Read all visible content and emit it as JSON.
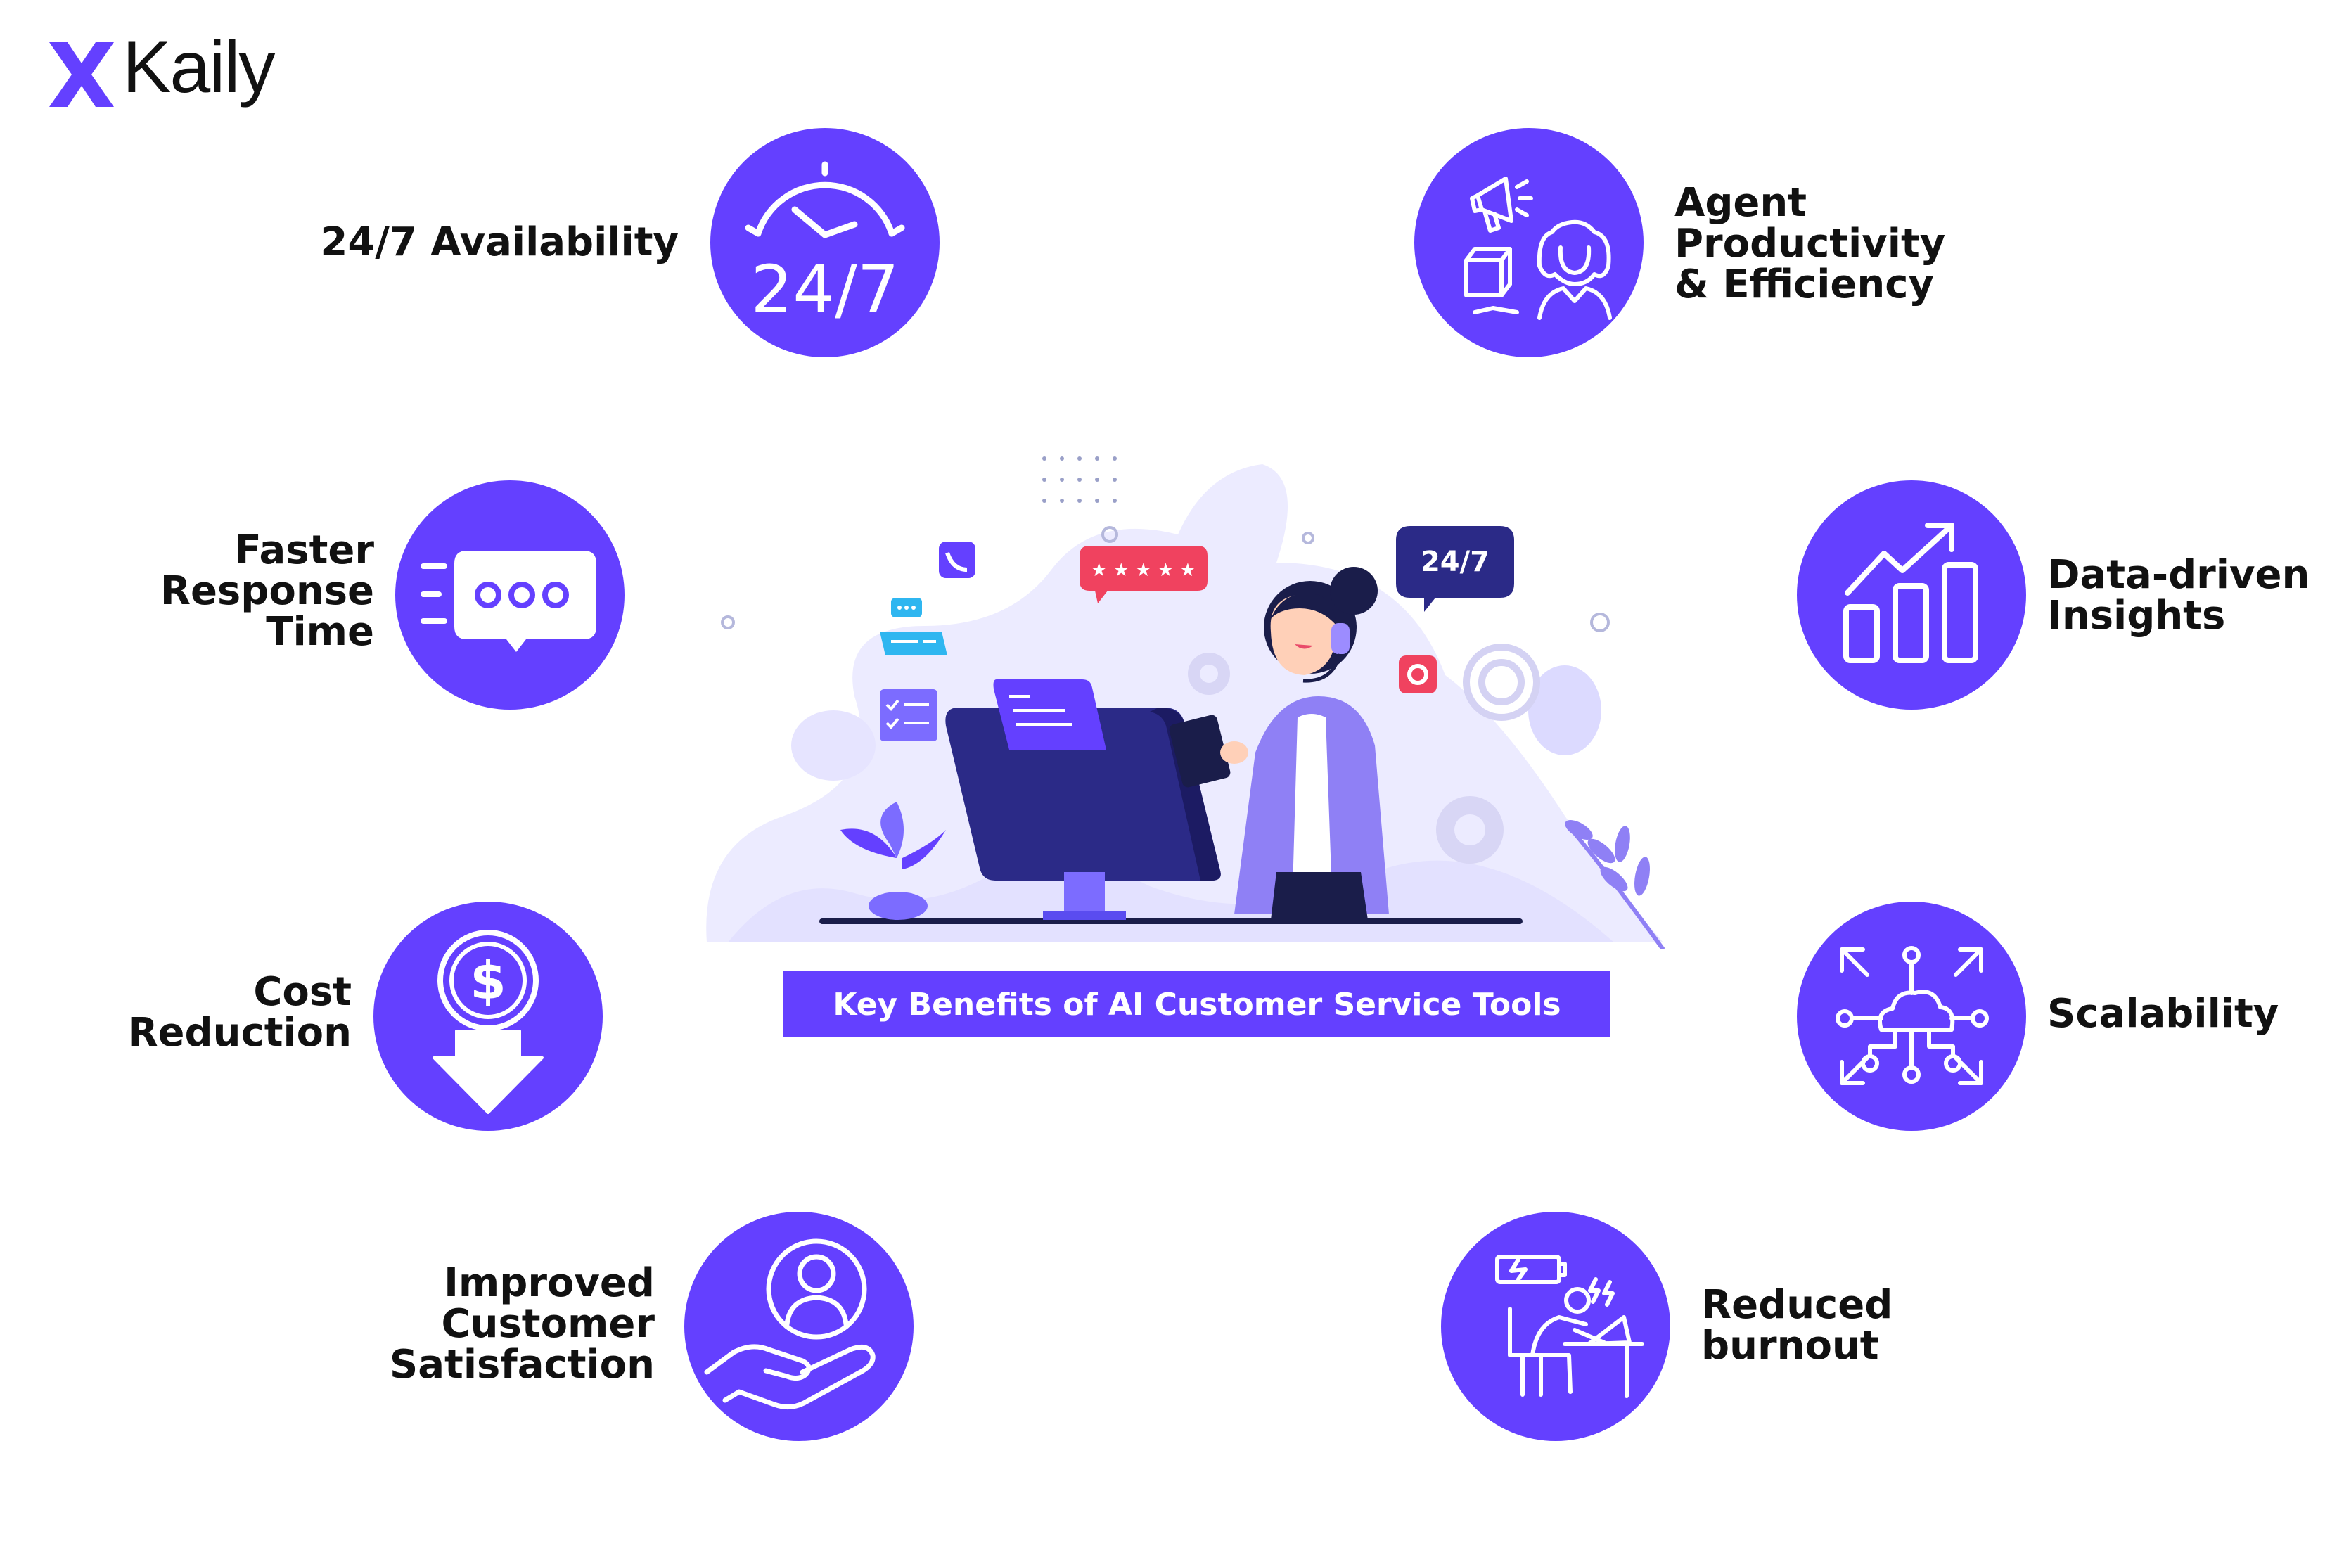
{
  "brand": {
    "name": "Kaily",
    "accent": "#6440ff",
    "text_color": "#111111"
  },
  "caption": "Key Benefits of AI Customer Service Tools",
  "illustration": {
    "bubble_247": "24/7",
    "description_icons": [
      "phone-icon",
      "chat-dots-icon",
      "rating-stars-icon",
      "gear-icon",
      "target-icon"
    ]
  },
  "benefits": {
    "availability": {
      "lines": [
        "24/7 Availability"
      ],
      "icon": "clock-247-icon",
      "icon_text": "24/7"
    },
    "response": {
      "lines": [
        "Faster",
        "Response",
        "Time"
      ],
      "icon": "chat-bubble-icon"
    },
    "cost": {
      "lines": [
        "Cost",
        "Reduction"
      ],
      "icon": "dollar-down-arrow-icon"
    },
    "satisfaction": {
      "lines": [
        "Improved",
        "Customer",
        "Satisfaction"
      ],
      "icon": "hand-user-icon"
    },
    "productivity": {
      "lines": [
        "Agent",
        "Productivity",
        "& Efficiency"
      ],
      "icon": "agent-megaphone-icon"
    },
    "insights": {
      "lines": [
        "Data-driven",
        "Insights"
      ],
      "icon": "growth-chart-icon"
    },
    "scalability": {
      "lines": [
        "Scalability"
      ],
      "icon": "cloud-network-icon"
    },
    "burnout": {
      "lines": [
        "Reduced",
        "burnout"
      ],
      "icon": "tired-worker-icon"
    }
  }
}
